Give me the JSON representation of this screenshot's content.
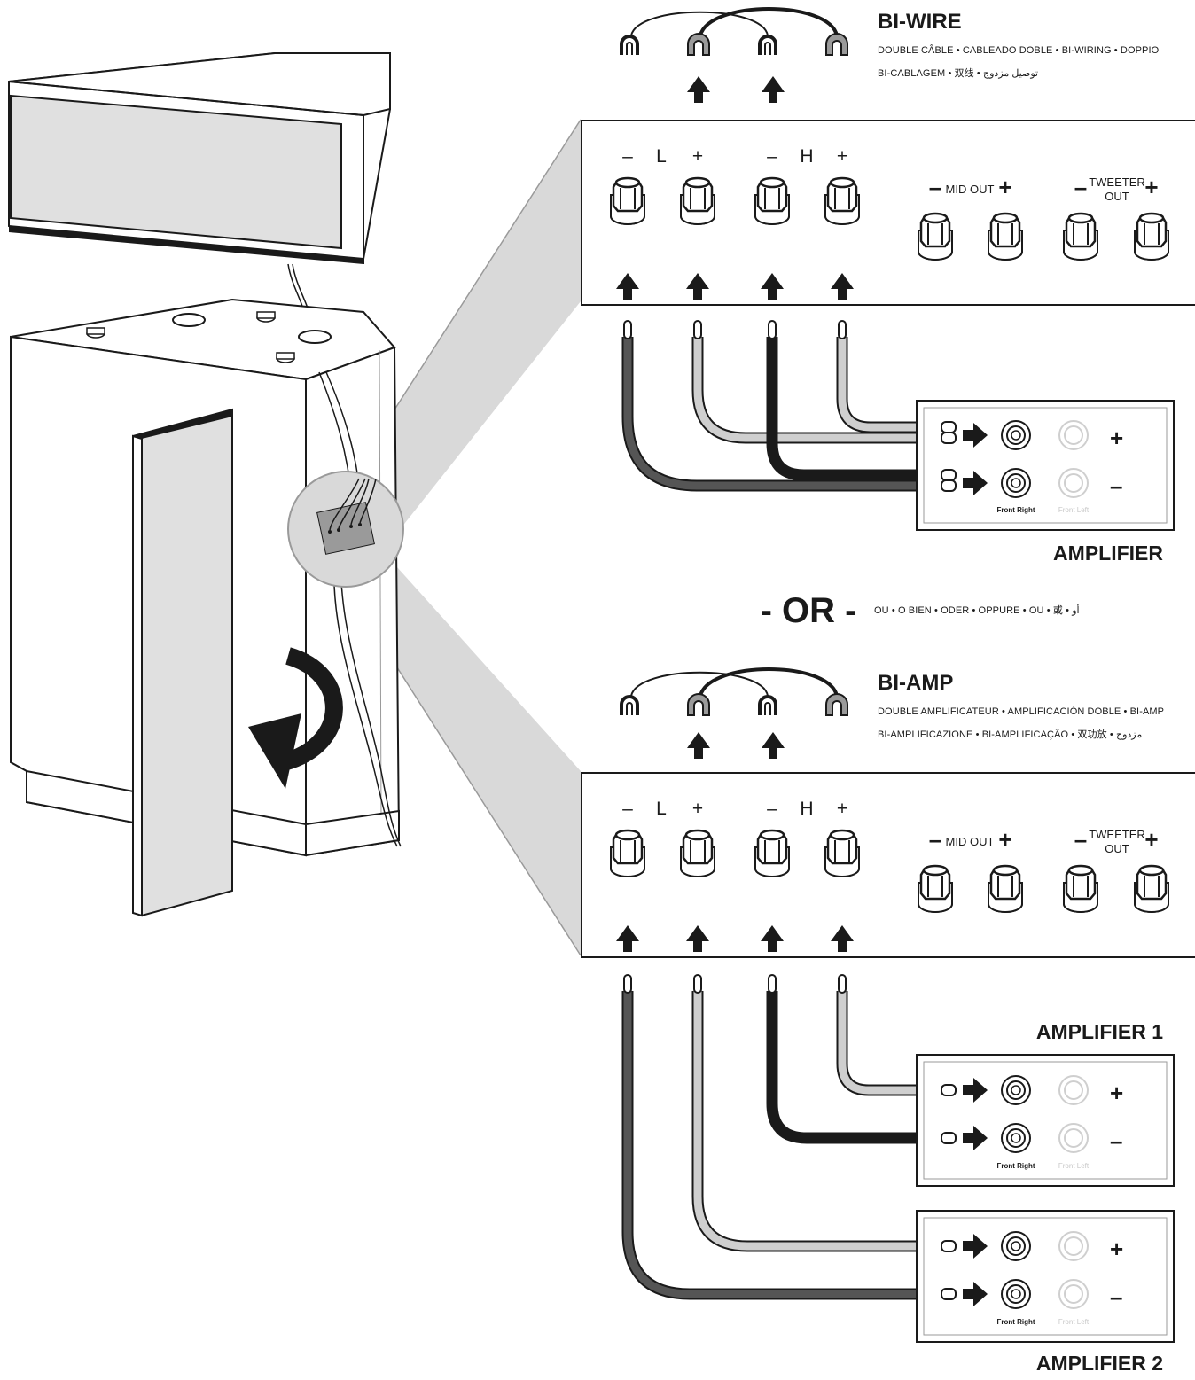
{
  "biwire": {
    "title": "BI-WIRE",
    "line1": "DOUBLE CÂBLE • CABLEADO DOBLE • BI-WIRING • DOPPIO",
    "line2": "BI-CABLAGEM • 双线 • توصيل مزدوج"
  },
  "biamp": {
    "title": "BI-AMP",
    "line1": "DOUBLE AMPLIFICATEUR • AMPLIFICACIÓN DOBLE • BI-AMP",
    "line2": "BI-AMPLIFICAZIONE • BI-AMPLIFICAÇÃO • 双功放 • مزدوج"
  },
  "or_divider": {
    "label": "- OR -",
    "translations": "OU • O BIEN • ODER • OPPURE • OU • 或 • أو"
  },
  "terminal_panel": {
    "minus": "–",
    "plus": "+",
    "low": "L",
    "high": "H",
    "mid_out": "MID OUT",
    "tweeter_out_line1": "TWEETER",
    "tweeter_out_line2": "OUT"
  },
  "amplifier_panel": {
    "front_right": "Front Right",
    "front_left": "Front Left",
    "plus": "+",
    "minus": "–"
  },
  "amplifier_labels": {
    "single": "AMPLIFIER",
    "amp1": "AMPLIFIER 1",
    "amp2": "AMPLIFIER 2"
  },
  "colors": {
    "ink": "#1a1a1a",
    "wire_dark": "#555555",
    "wire_light": "#cfcfcf",
    "panel_gray": "#d9d9d9"
  }
}
